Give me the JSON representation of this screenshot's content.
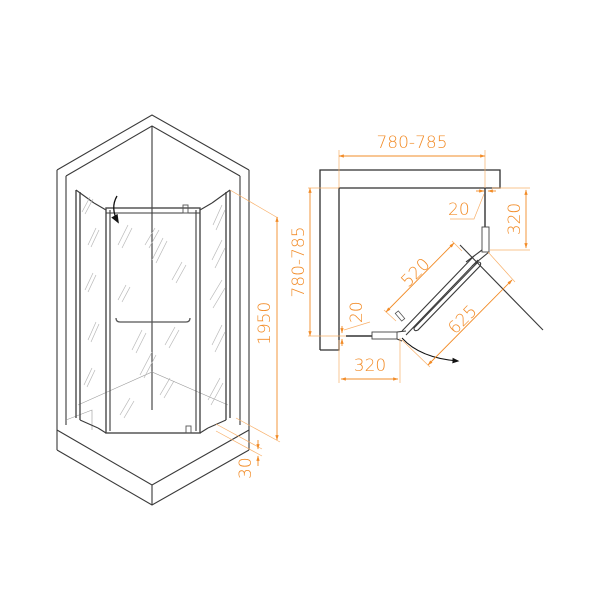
{
  "colors": {
    "dimension": "#f28c28",
    "linework": "#3a3a3a",
    "background": "#ffffff"
  },
  "perspective_view": {
    "label": "Pentagonal shower enclosure, perspective",
    "dimensions": {
      "height": "1950",
      "tray_height": "30"
    }
  },
  "plan_view": {
    "label": "Pentagonal shower enclosure, top view",
    "dimensions": {
      "width": "780-785",
      "depth": "780-785",
      "right_side_panel": "320",
      "bottom_side_panel": "320",
      "right_offset": "20",
      "left_offset": "20",
      "door_width": "520",
      "diagonal_width": "625"
    }
  },
  "icons": {
    "door-swing-arrow": "curved arrow indicating door opening direction"
  }
}
